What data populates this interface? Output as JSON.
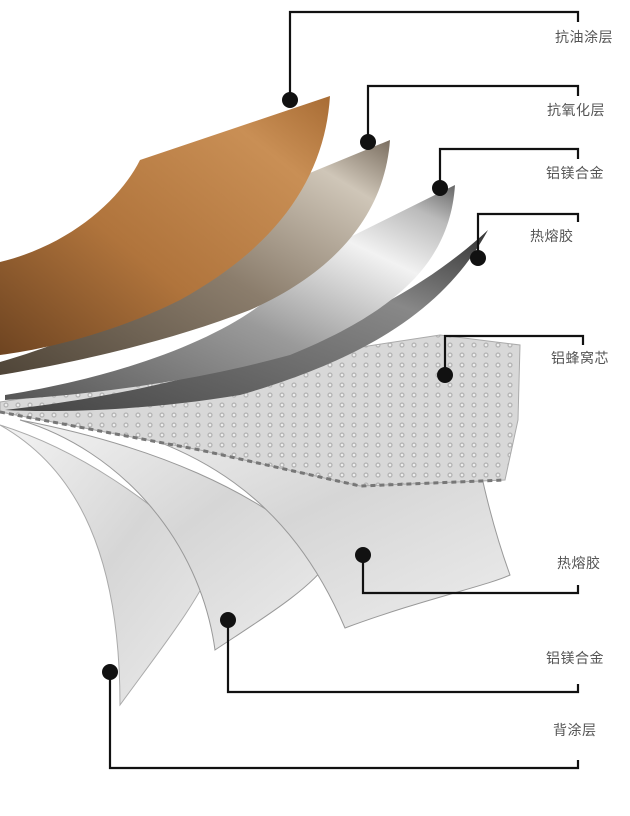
{
  "title": "铝蜂窝板结构示意",
  "layers": [
    {
      "label": "抗油涂层"
    },
    {
      "label": "抗氧化层"
    },
    {
      "label": "铝镁合金"
    },
    {
      "label": "热熔胶"
    },
    {
      "label": "铝蜂窝芯"
    },
    {
      "label": "热熔胶"
    },
    {
      "label": "铝镁合金"
    },
    {
      "label": "背涂层"
    }
  ],
  "colors": {
    "wood": "#b0743c",
    "oxide": "#8b7d6c",
    "line": "#111111",
    "text": "#555555"
  }
}
